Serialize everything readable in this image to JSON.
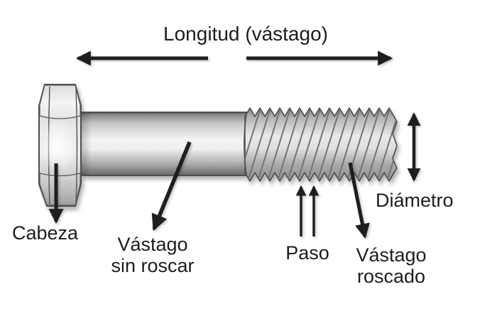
{
  "diagram": {
    "title": "Longitud (vástago)",
    "labels": {
      "cabeza": "Cabeza",
      "vastago_sin_roscar": {
        "line1": "Vástago",
        "line2": "sin roscar"
      },
      "paso": "Paso",
      "vastago_roscado": {
        "line1": "Vástago",
        "line2": "roscado"
      },
      "diametro": "Diámetro"
    },
    "colors": {
      "background": "#ffffff",
      "text": "#1d1d1d",
      "arrow": "#1e1e1e",
      "metal_highlight": "#f4f4f4",
      "metal_mid": "#c6c6c6",
      "metal_shadow": "#6b6b6b",
      "outline": "#4d4d4d"
    }
  }
}
